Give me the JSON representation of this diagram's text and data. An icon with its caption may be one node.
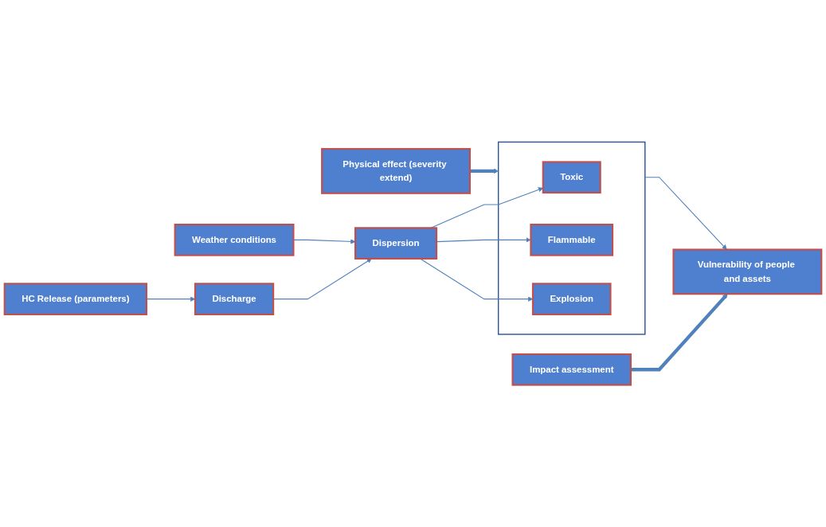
{
  "diagram": {
    "nodes": [
      {
        "text": [
          "HC Release (parameters)"
        ]
      },
      {
        "text": [
          "Discharge"
        ]
      },
      {
        "text": [
          "Weather conditions"
        ]
      },
      {
        "text": [
          "Dispersion"
        ]
      },
      {
        "text": [],
        "shape": "box"
      },
      {
        "text": [
          "Toxic"
        ],
        "in": 4
      },
      {
        "text": [
          "Flammable"
        ],
        "in": 4
      },
      {
        "text": [
          "Explosion"
        ],
        "in": 4
      },
      {
        "text": [
          "Vulnerability of people and assets"
        ]
      },
      {
        "text": [
          "Physical effect (severity extend)"
        ]
      },
      {
        "text": [
          "Impact assessment"
        ]
      }
    ],
    "edges": [
      {
        "from": 0,
        "to": 1,
        "arrow": "to"
      },
      {
        "from": 1,
        "to": 3,
        "arrow": "to"
      },
      {
        "from": 2,
        "to": 3,
        "arrow": "to"
      },
      {
        "from": 3,
        "to": 5,
        "arrow": "to"
      },
      {
        "from": 3,
        "to": 6,
        "arrow": "to"
      },
      {
        "from": 3,
        "to": 7,
        "arrow": "to"
      },
      {
        "from": 4,
        "to": 8,
        "arrow": "to"
      },
      {
        "from": 9,
        "to": 4,
        "arrow": "to",
        "style": "thick",
        "color": "#4f81bd"
      },
      {
        "from": 10,
        "to": 8,
        "arrow": "to",
        "style": "thick",
        "color": "#4f81bd"
      }
    ]
  }
}
